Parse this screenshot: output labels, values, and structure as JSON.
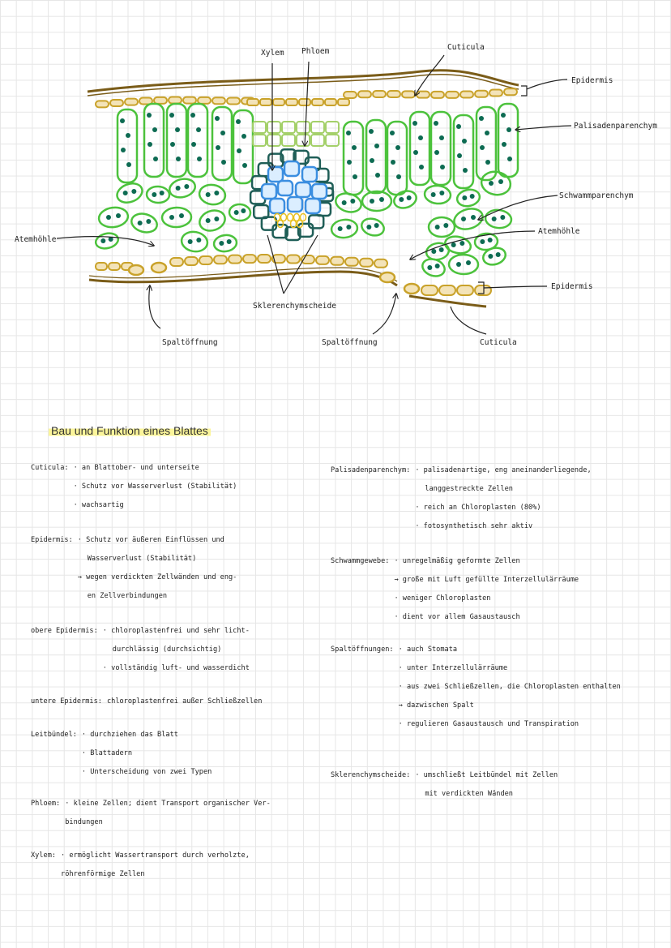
{
  "diagram": {
    "labels": {
      "xylem": "Xylem",
      "phloem": "Phloem",
      "cuticula_top": "Cuticula",
      "epidermis_top": "Epidermis",
      "palisade": "Palisadenparenchym",
      "spongy": "Schwammparenchym",
      "atemhoehle_left": "Atemhöhle",
      "atemhoehle_right": "Atemhöhle",
      "epidermis_bottom": "Epidermis",
      "sklerenchym": "Sklerenchymscheide",
      "spalt_left": "Spaltöffnung",
      "spalt_right": "Spaltöffnung",
      "cuticula_bottom": "Cuticula"
    },
    "colors": {
      "cuticle": "#7a5c18",
      "epidermis": "#c9a22a",
      "epidermis_fill": "#f3e3b8",
      "palisade": "#4cc23c",
      "spongy": "#4cc23c",
      "chloroplast": "#0d6b52",
      "xylem": "#3b8ee0",
      "phloem": "#a4d06a",
      "sheath": "#1f5e57",
      "cambium": "#e8c020"
    }
  },
  "title": "Bau und Funktion eines Blattes",
  "left": {
    "cuticula": {
      "term": "Cuticula:",
      "lines": [
        "· an Blattober- und unterseite",
        "· Schutz vor Wasserverlust (Stabilität)",
        "· wachsartig"
      ]
    },
    "epidermis": {
      "term": "Epidermis:",
      "lines": [
        "· Schutz vor äußeren Einflüssen und",
        "Wasserverlust (Stabilität)",
        "→ wegen verdickten Zellwänden und eng-",
        "en Zellverbindungen"
      ]
    },
    "obere": {
      "term": "obere Epidermis:",
      "lines": [
        "· chloroplastenfrei und sehr licht-",
        "durchlässig (durchsichtig)",
        "· vollständig luft- und wasserdicht"
      ]
    },
    "untere": {
      "term": "untere Epidermis:",
      "lines": [
        "chloroplastenfrei außer Schließzellen"
      ]
    },
    "leitbuendel": {
      "term": "Leitbündel:",
      "lines": [
        "· durchziehen das Blatt",
        "· Blattadern",
        "· Unterscheidung von zwei Typen"
      ]
    },
    "phloem": {
      "term": "Phloem:",
      "lines": [
        "· kleine Zellen; dient Transport organischer Ver-",
        "bindungen"
      ]
    },
    "xylem": {
      "term": "Xylem:",
      "lines": [
        "· ermöglicht Wassertransport durch verholzte,",
        "röhrenförmige Zellen"
      ]
    }
  },
  "right": {
    "palisaden": {
      "term": "Palisadenparenchym:",
      "lines": [
        "· palisadenartige, eng aneinanderliegende,",
        "langgestreckte Zellen",
        "· reich an Chloroplasten (80%)",
        "· fotosynthetisch sehr aktiv"
      ]
    },
    "schwamm": {
      "term": "Schwammgewebe:",
      "lines": [
        "· unregelmäßig geformte Zellen",
        "→ große mit Luft gefüllte Interzellulärräume",
        "· weniger Chloroplasten",
        "· dient vor allem Gasaustausch"
      ]
    },
    "spalt": {
      "term": "Spaltöffnungen:",
      "lines": [
        "· auch Stomata",
        "· unter Interzellulärräume",
        "· aus zwei Schließzellen, die Chloroplasten enthalten",
        "→ dazwischen Spalt",
        "· regulieren Gasaustausch und Transpiration"
      ]
    },
    "sklerenchym": {
      "term": "Sklerenchymscheide:",
      "lines": [
        "· umschließt Leitbündel mit Zellen",
        "mit verdickten Wänden"
      ]
    }
  }
}
